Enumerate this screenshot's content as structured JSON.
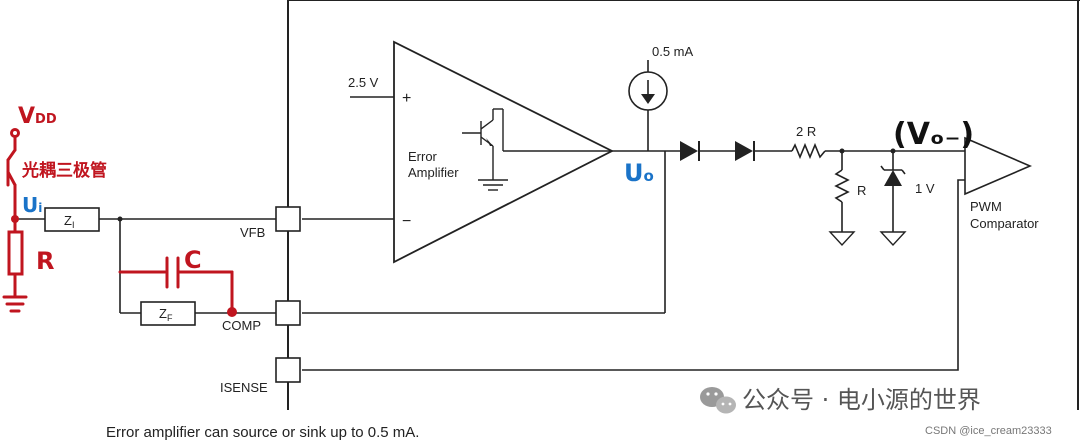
{
  "diagram": {
    "labels": {
      "ref_voltage": "2.5 V",
      "plus_sign": "+",
      "minus_sign": "−",
      "amp_label_line1": "Error",
      "amp_label_line2": "Amplifier",
      "current_source": "0.5 mA",
      "resistor_2r": "2 R",
      "resistor_r": "R",
      "zener_voltage": "1 V",
      "comparator_line1": "PWM",
      "comparator_line2": "Comparator",
      "pin_vfb": "VFB",
      "pin_comp": "COMP",
      "pin_isense": "ISENSE",
      "zi_main": "Z",
      "zi_sub": "I",
      "zf_main": "Z",
      "zf_sub": "F"
    },
    "handwritten": {
      "vdd_main": "V",
      "vdd_sub": "DD",
      "phototransistor": "光耦三极管",
      "u_input_main": "U",
      "u_input_sub": "i",
      "resistor": "R",
      "capacitor": "C",
      "u_output_main": "U",
      "u_output_sub": "o",
      "v_output": "(Vₒ₋)"
    },
    "caption": "Error amplifier can source or sink up to 0.5 mA.",
    "watermark": {
      "brand": "公众号 · 电小源的世界",
      "credit": "CSDN @ice_cream23333"
    },
    "colors": {
      "line": "#222222",
      "handwriting_red": "#c0151f",
      "handwriting_blue": "#1a73c8",
      "ground_gray": "#666666"
    }
  }
}
